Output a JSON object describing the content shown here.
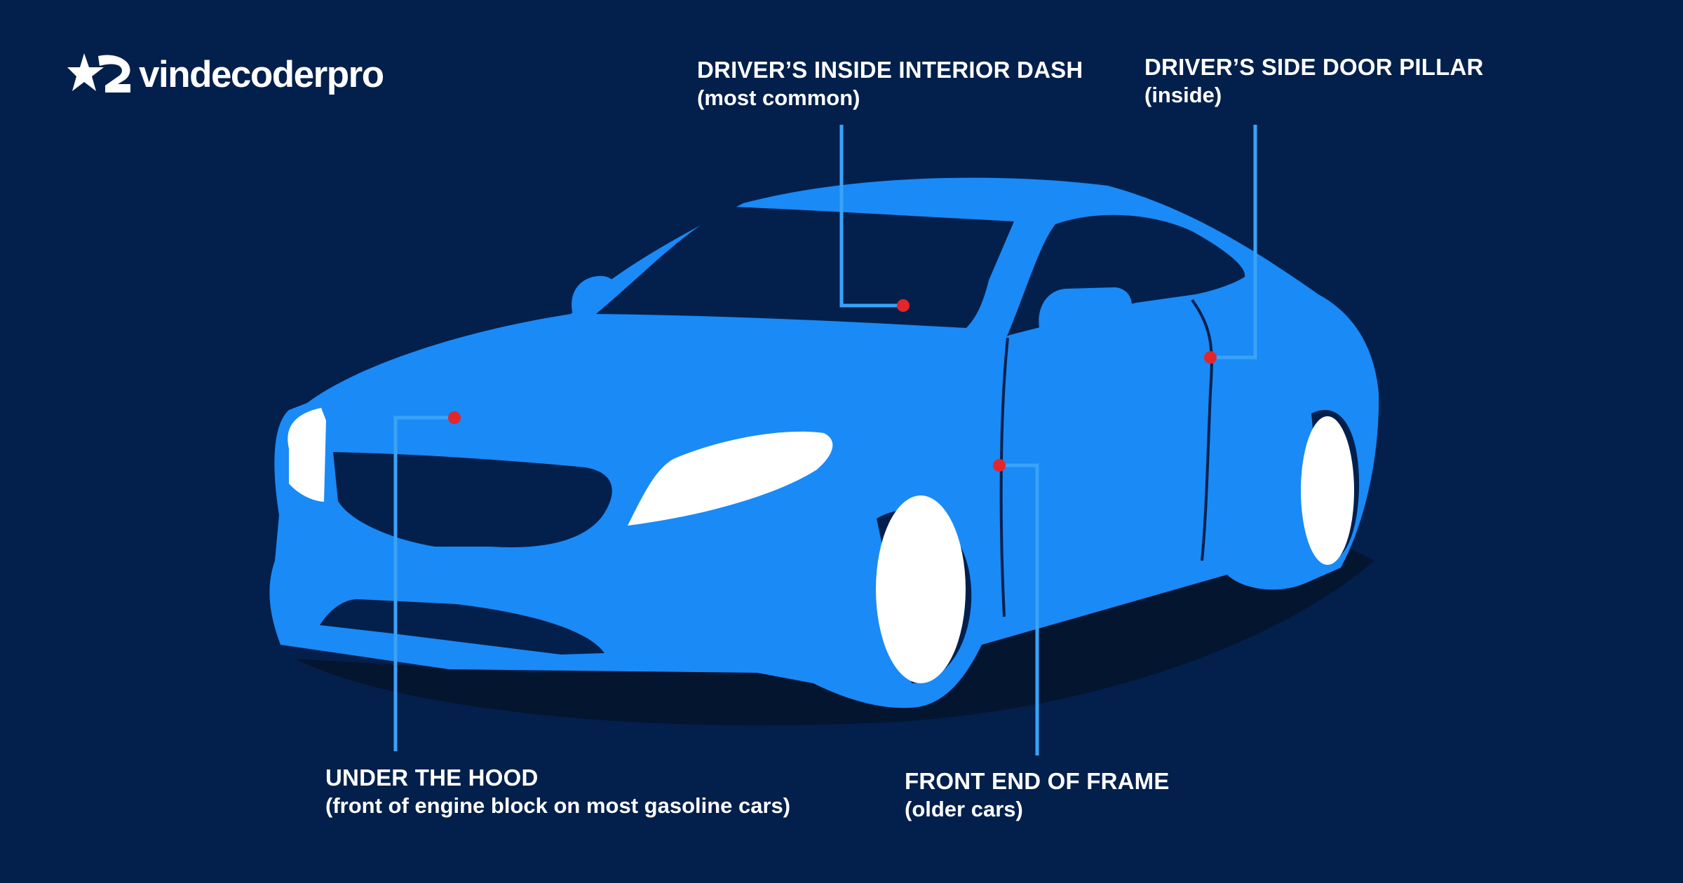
{
  "brand": {
    "name": "vindecoderpro",
    "icon": "star-logo-icon"
  },
  "colors": {
    "background": "#03204c",
    "car_body": "#1a8af6",
    "glass_and_grille": "#03204c",
    "shadow": "#041530",
    "leader_line": "#3aa3f7",
    "marker": "#e3262b",
    "label_text": "#ffffff"
  },
  "callouts": [
    {
      "id": "dash",
      "title": "DRIVER’S INSIDE INTERIOR DASH",
      "subtitle": "(most common)"
    },
    {
      "id": "pillar",
      "title": "DRIVER’S SIDE DOOR PILLAR",
      "subtitle": "(inside)"
    },
    {
      "id": "hood",
      "title": "UNDER THE HOOD",
      "subtitle": "(front of engine block on most gasoline cars)"
    },
    {
      "id": "frame",
      "title": "FRONT END OF FRAME",
      "subtitle": "(older cars)"
    }
  ]
}
